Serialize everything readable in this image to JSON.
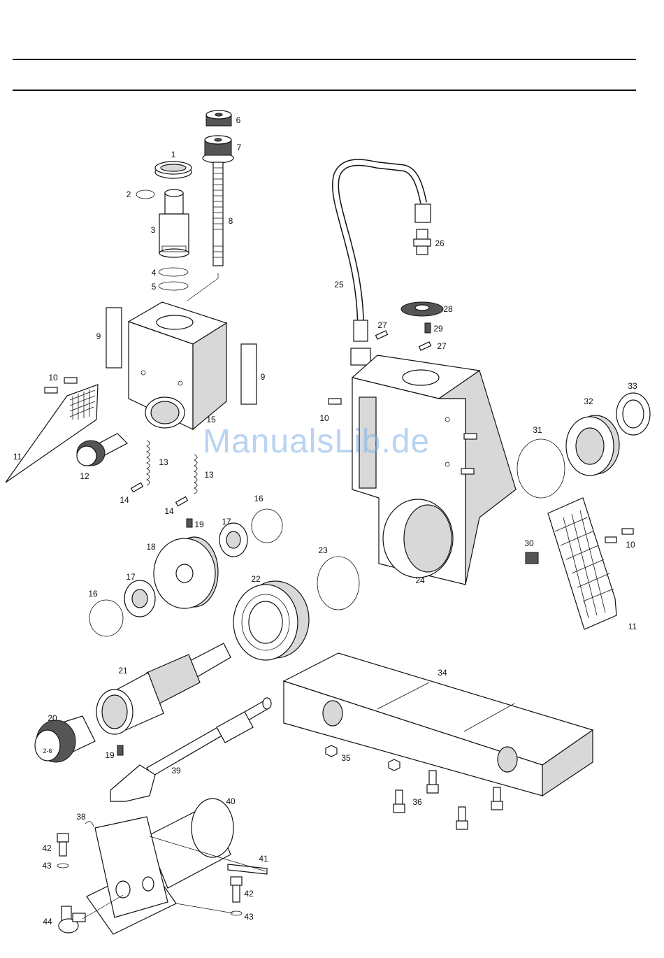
{
  "watermark": "ManualsLib.de",
  "callouts": [
    {
      "id": "c6",
      "text": "6"
    },
    {
      "id": "c7",
      "text": "7"
    },
    {
      "id": "c1",
      "text": "1"
    },
    {
      "id": "c2",
      "text": "2"
    },
    {
      "id": "c3",
      "text": "3"
    },
    {
      "id": "c8",
      "text": "8"
    },
    {
      "id": "c4",
      "text": "4"
    },
    {
      "id": "c5",
      "text": "5"
    },
    {
      "id": "c9a",
      "text": "9"
    },
    {
      "id": "c9b",
      "text": "9"
    },
    {
      "id": "c10a",
      "text": "10"
    },
    {
      "id": "c11a",
      "text": "11"
    },
    {
      "id": "c12",
      "text": "12"
    },
    {
      "id": "c15",
      "text": "15"
    },
    {
      "id": "c13a",
      "text": "13"
    },
    {
      "id": "c13b",
      "text": "13"
    },
    {
      "id": "c14a",
      "text": "14"
    },
    {
      "id": "c14b",
      "text": "14"
    },
    {
      "id": "c19a",
      "text": "19"
    },
    {
      "id": "c16a",
      "text": "16"
    },
    {
      "id": "c17a",
      "text": "17"
    },
    {
      "id": "c18",
      "text": "18"
    },
    {
      "id": "c17b",
      "text": "17"
    },
    {
      "id": "c16b",
      "text": "16"
    },
    {
      "id": "c22",
      "text": "22"
    },
    {
      "id": "c23",
      "text": "23"
    },
    {
      "id": "c21",
      "text": "21"
    },
    {
      "id": "c20",
      "text": "20"
    },
    {
      "id": "c19b",
      "text": "19"
    },
    {
      "id": "c25",
      "text": "25"
    },
    {
      "id": "c26",
      "text": "26"
    },
    {
      "id": "c28",
      "text": "28"
    },
    {
      "id": "c27a",
      "text": "27"
    },
    {
      "id": "c29",
      "text": "29"
    },
    {
      "id": "c27b",
      "text": "27"
    },
    {
      "id": "c10b",
      "text": "10"
    },
    {
      "id": "c24",
      "text": "24"
    },
    {
      "id": "c33",
      "text": "33"
    },
    {
      "id": "c32",
      "text": "32"
    },
    {
      "id": "c31",
      "text": "31"
    },
    {
      "id": "c30",
      "text": "30"
    },
    {
      "id": "c10c",
      "text": "10"
    },
    {
      "id": "c11b",
      "text": "11"
    },
    {
      "id": "c34",
      "text": "34"
    },
    {
      "id": "c35",
      "text": "35"
    },
    {
      "id": "c36",
      "text": "36"
    },
    {
      "id": "c39",
      "text": "39"
    },
    {
      "id": "c40",
      "text": "40"
    },
    {
      "id": "c38",
      "text": "38"
    },
    {
      "id": "c42a",
      "text": "42"
    },
    {
      "id": "c43a",
      "text": "43"
    },
    {
      "id": "c41",
      "text": "41"
    },
    {
      "id": "c42b",
      "text": "42"
    },
    {
      "id": "c43b",
      "text": "43"
    },
    {
      "id": "c44",
      "text": "44"
    }
  ],
  "knob_marking": "2-6"
}
